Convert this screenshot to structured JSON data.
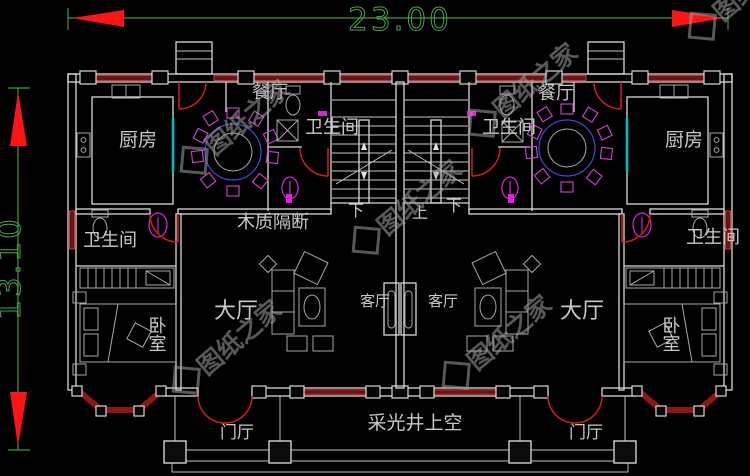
{
  "drawing": {
    "type": "residential floor plan (duplex, mirrored units)",
    "dimensions": {
      "width": "23.00",
      "height": "13.10"
    },
    "labels": {
      "kitchen": "厨房",
      "dining": "餐厅",
      "bathroom": "卫生间",
      "bedroom": "卧室",
      "hall": "大厅",
      "living_room": "客厅",
      "foyer": "门厅",
      "light_well": "采光井上空",
      "wood_partition": "木质隔断",
      "stair_up": "上",
      "stair_down": "下"
    },
    "watermark": {
      "text": "图纸之家"
    },
    "colors": {
      "background": "#000000",
      "wall": "#d9d9d9",
      "window_red": "#6e1212",
      "door_red": "#d31d1d",
      "dimension_green": "#3f9b3f",
      "dimension_arrow_red": "#ff1414",
      "fixture_magenta": "#e020e0",
      "table_ring_blue": "#4646d2",
      "glass_door_cyan": "#00bdbd",
      "watermark_gray": "#a0a0a0"
    }
  }
}
